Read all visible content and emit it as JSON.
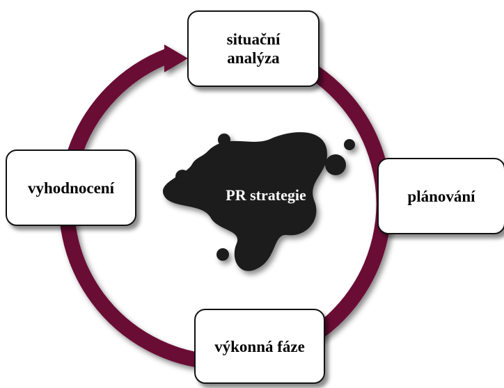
{
  "diagram": {
    "center": {
      "label": "PR strategie"
    },
    "stages": [
      {
        "label": "situační\nanalýza"
      },
      {
        "label": "plánování"
      },
      {
        "label": "výkonná fáze"
      },
      {
        "label": "vyhodnocení"
      }
    ]
  },
  "colors": {
    "cycle": "#6b0a34",
    "splash": "#1a1a1a",
    "box_border": "#111111",
    "box_fill": "#ffffff",
    "center_text": "#ffffff"
  }
}
